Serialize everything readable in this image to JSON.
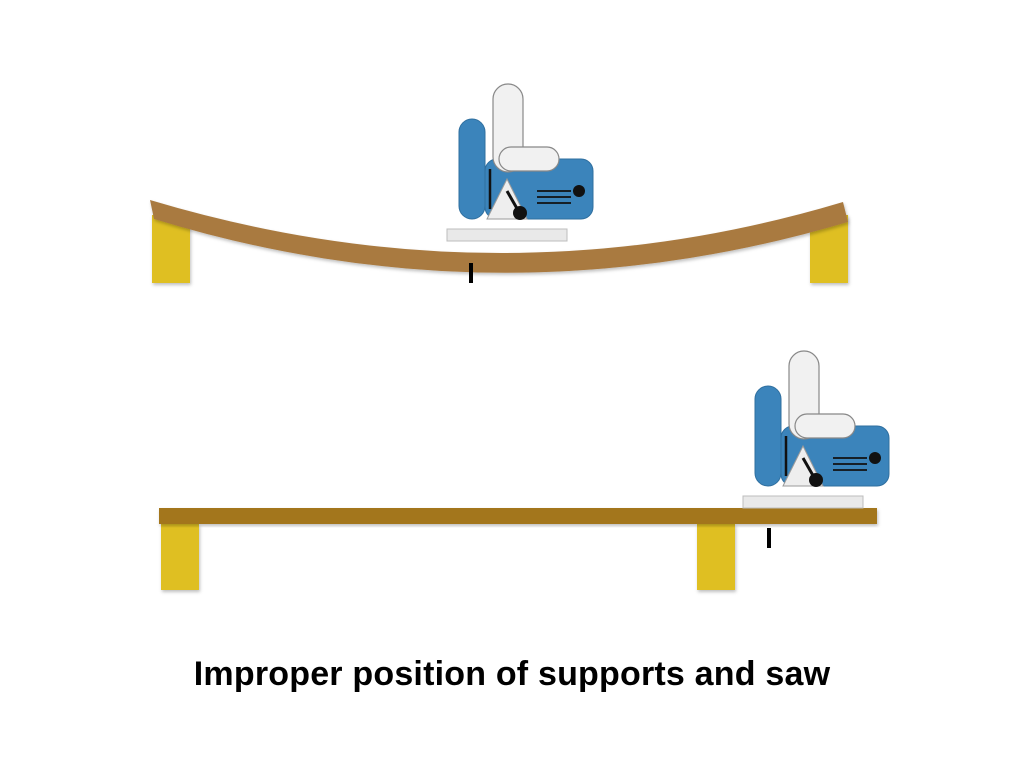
{
  "caption": "Improper position of supports and saw",
  "colors": {
    "board_bent": "#a97a41",
    "board_flat": "#a3761d",
    "support": "#dfbf22",
    "saw_body": "#3b84bb",
    "saw_handle": "#f1f1f1",
    "saw_base": "#e9e9e9",
    "cut_mark": "#000000"
  },
  "scenes": [
    {
      "name": "bent-board-scene",
      "board": "bent",
      "supports": 2,
      "saw": "center"
    },
    {
      "name": "flat-board-scene",
      "board": "flat",
      "supports": 2,
      "saw": "overhang"
    }
  ]
}
